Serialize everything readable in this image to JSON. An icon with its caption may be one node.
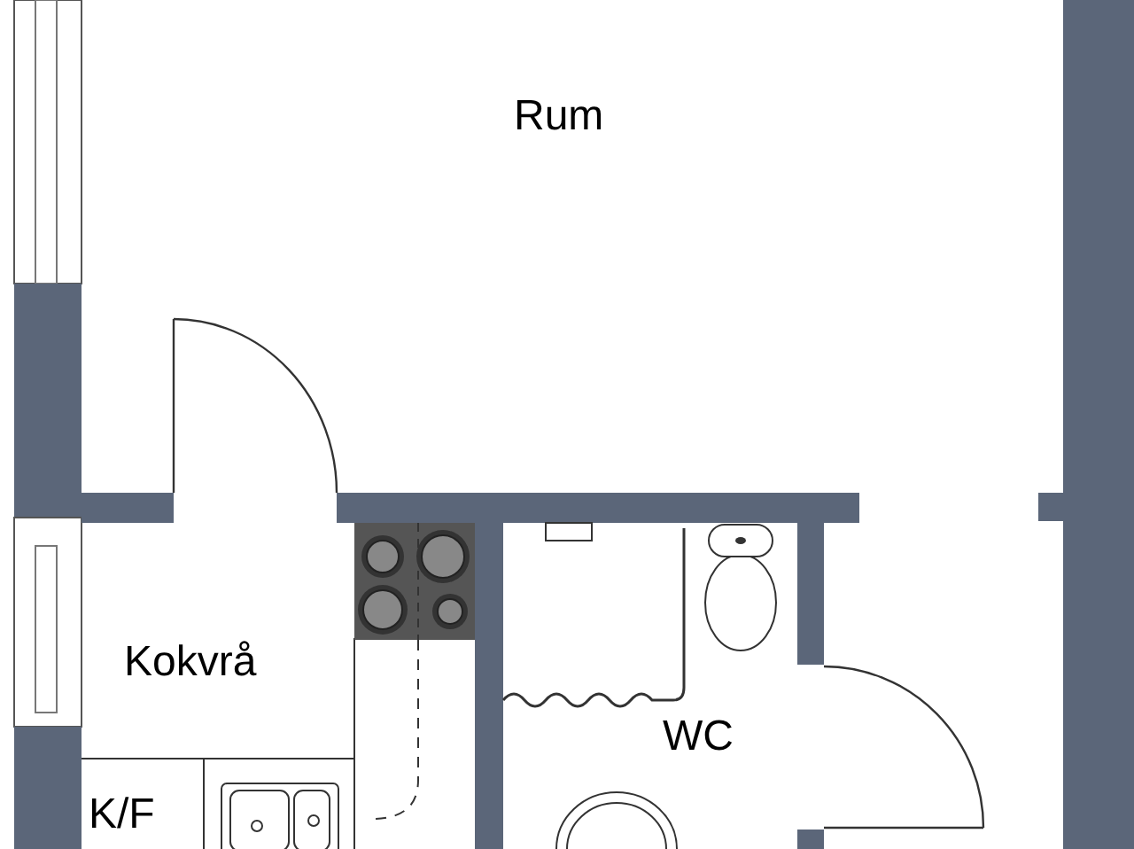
{
  "diagram": {
    "labels": [
      "Rum",
      "Kokvrå",
      "WC",
      "K/F"
    ]
  }
}
